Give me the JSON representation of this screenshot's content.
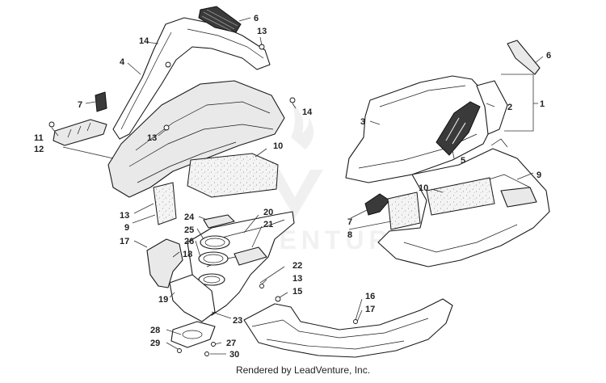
{
  "callouts": [
    {
      "id": "c1",
      "label": "1"
    },
    {
      "id": "c2",
      "label": "2"
    },
    {
      "id": "c3",
      "label": "3"
    },
    {
      "id": "c4",
      "label": "4"
    },
    {
      "id": "c5",
      "label": "5"
    },
    {
      "id": "c6a",
      "label": "6"
    },
    {
      "id": "c6b",
      "label": "6"
    },
    {
      "id": "c7a",
      "label": "7"
    },
    {
      "id": "c7b",
      "label": "7"
    },
    {
      "id": "c8",
      "label": "8"
    },
    {
      "id": "c9a",
      "label": "9"
    },
    {
      "id": "c9b",
      "label": "9"
    },
    {
      "id": "c10a",
      "label": "10"
    },
    {
      "id": "c10b",
      "label": "10"
    },
    {
      "id": "c11",
      "label": "11"
    },
    {
      "id": "c12",
      "label": "12"
    },
    {
      "id": "c13a",
      "label": "13"
    },
    {
      "id": "c13b",
      "label": "13"
    },
    {
      "id": "c13c",
      "label": "13"
    },
    {
      "id": "c13d",
      "label": "13"
    },
    {
      "id": "c14a",
      "label": "14"
    },
    {
      "id": "c14b",
      "label": "14"
    },
    {
      "id": "c15",
      "label": "15"
    },
    {
      "id": "c16",
      "label": "16"
    },
    {
      "id": "c17a",
      "label": "17"
    },
    {
      "id": "c17b",
      "label": "17"
    },
    {
      "id": "c18",
      "label": "18"
    },
    {
      "id": "c19",
      "label": "19"
    },
    {
      "id": "c20",
      "label": "20"
    },
    {
      "id": "c21",
      "label": "21"
    },
    {
      "id": "c22",
      "label": "22"
    },
    {
      "id": "c23",
      "label": "23"
    },
    {
      "id": "c24",
      "label": "24"
    },
    {
      "id": "c25",
      "label": "25"
    },
    {
      "id": "c26",
      "label": "26"
    },
    {
      "id": "c27",
      "label": "27"
    },
    {
      "id": "c28",
      "label": "28"
    },
    {
      "id": "c29",
      "label": "29"
    },
    {
      "id": "c30",
      "label": "30"
    }
  ],
  "watermark": "VENTURE",
  "footer": "Rendered by LeadVenture, Inc."
}
